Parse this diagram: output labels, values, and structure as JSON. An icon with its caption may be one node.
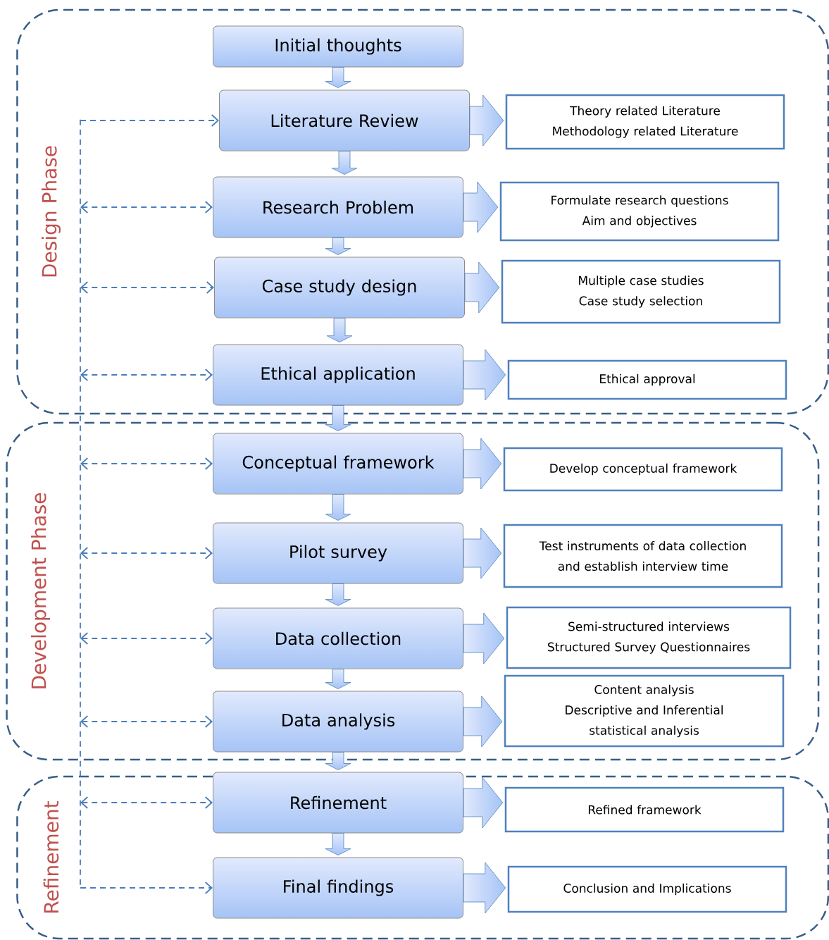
{
  "diagram": {
    "nodes": [
      {
        "text": [
          "Design Phase"
        ]
      },
      {
        "text": [
          "Initial thoughts"
        ],
        "in": 0
      },
      {
        "text": [
          "Literature Review"
        ],
        "in": 0
      },
      {
        "text": [
          "Theory related Literature",
          "Methodology related Literature"
        ],
        "in": 0
      },
      {
        "text": [
          "Research Problem"
        ],
        "in": 0
      },
      {
        "text": [
          "Formulate research questions",
          "Aim and objectives"
        ],
        "in": 0
      },
      {
        "text": [
          "Case study design"
        ],
        "in": 0
      },
      {
        "text": [
          "Multiple case studies",
          "Case study selection"
        ],
        "in": 0
      },
      {
        "text": [
          "Ethical application"
        ],
        "in": 0
      },
      {
        "text": [
          "Ethical approval"
        ],
        "in": 0
      },
      {
        "text": [
          "Development Phase"
        ]
      },
      {
        "text": [
          "Conceptual framework"
        ],
        "in": 10
      },
      {
        "text": [
          "Develop conceptual framework"
        ],
        "in": 10
      },
      {
        "text": [
          "Pilot survey"
        ],
        "in": 10
      },
      {
        "text": [
          "Test instruments of data collection and establish interview time"
        ],
        "in": 10
      },
      {
        "text": [
          "Data collection"
        ],
        "in": 10
      },
      {
        "text": [
          "Semi-structured interviews",
          "Structured Survey Questionnaires"
        ],
        "in": 10
      },
      {
        "text": [
          "Data analysis"
        ],
        "in": 10
      },
      {
        "text": [
          "Content analysis",
          "Descriptive and Inferential statistical analysis"
        ],
        "in": 10
      },
      {
        "text": [
          "Refinement"
        ]
      },
      {
        "text": [
          "Refinement"
        ],
        "in": 19
      },
      {
        "text": [
          "Refined framework"
        ],
        "in": 19
      },
      {
        "text": [
          "Final findings"
        ],
        "in": 19
      },
      {
        "text": [
          "Conclusion and Implications"
        ],
        "in": 19
      },
      {
        "text": [],
        "shape": "bar"
      }
    ],
    "edges": [
      {
        "from": 1,
        "to": 2,
        "arrow": "to"
      },
      {
        "from": 2,
        "to": 4,
        "arrow": "to"
      },
      {
        "from": 4,
        "to": 6,
        "arrow": "to"
      },
      {
        "from": 6,
        "to": 8,
        "arrow": "to"
      },
      {
        "from": 8,
        "to": 11,
        "arrow": "to"
      },
      {
        "from": 11,
        "to": 13,
        "arrow": "to"
      },
      {
        "from": 13,
        "to": 15,
        "arrow": "to"
      },
      {
        "from": 15,
        "to": 17,
        "arrow": "to"
      },
      {
        "from": 17,
        "to": 20,
        "arrow": "to"
      },
      {
        "from": 20,
        "to": 22,
        "arrow": "to"
      },
      {
        "from": 2,
        "to": 3,
        "arrow": "to"
      },
      {
        "from": 4,
        "to": 5,
        "arrow": "to"
      },
      {
        "from": 6,
        "to": 7,
        "arrow": "to"
      },
      {
        "from": 8,
        "to": 9,
        "arrow": "to"
      },
      {
        "from": 11,
        "to": 12,
        "arrow": "to"
      },
      {
        "from": 13,
        "to": 14,
        "arrow": "to"
      },
      {
        "from": 15,
        "to": 16,
        "arrow": "to"
      },
      {
        "from": 17,
        "to": 18,
        "arrow": "to"
      },
      {
        "from": 20,
        "to": 21,
        "arrow": "to"
      },
      {
        "from": 22,
        "to": 23,
        "arrow": "to"
      },
      {
        "from": 24,
        "to": 2,
        "arrow": "to",
        "style": "dashed"
      },
      {
        "from": 24,
        "to": 4,
        "arrow": "both",
        "style": "dashed"
      },
      {
        "from": 24,
        "to": 6,
        "arrow": "both",
        "style": "dashed"
      },
      {
        "from": 24,
        "to": 8,
        "arrow": "both",
        "style": "dashed"
      },
      {
        "from": 24,
        "to": 11,
        "arrow": "both",
        "style": "dashed"
      },
      {
        "from": 24,
        "to": 13,
        "arrow": "both",
        "style": "dashed"
      },
      {
        "from": 24,
        "to": 15,
        "arrow": "both",
        "style": "dashed"
      },
      {
        "from": 24,
        "to": 17,
        "arrow": "both",
        "style": "dashed"
      },
      {
        "from": 24,
        "to": 20,
        "arrow": "both",
        "style": "dashed"
      },
      {
        "from": 24,
        "to": 22,
        "arrow": "to",
        "style": "dashed"
      }
    ]
  }
}
